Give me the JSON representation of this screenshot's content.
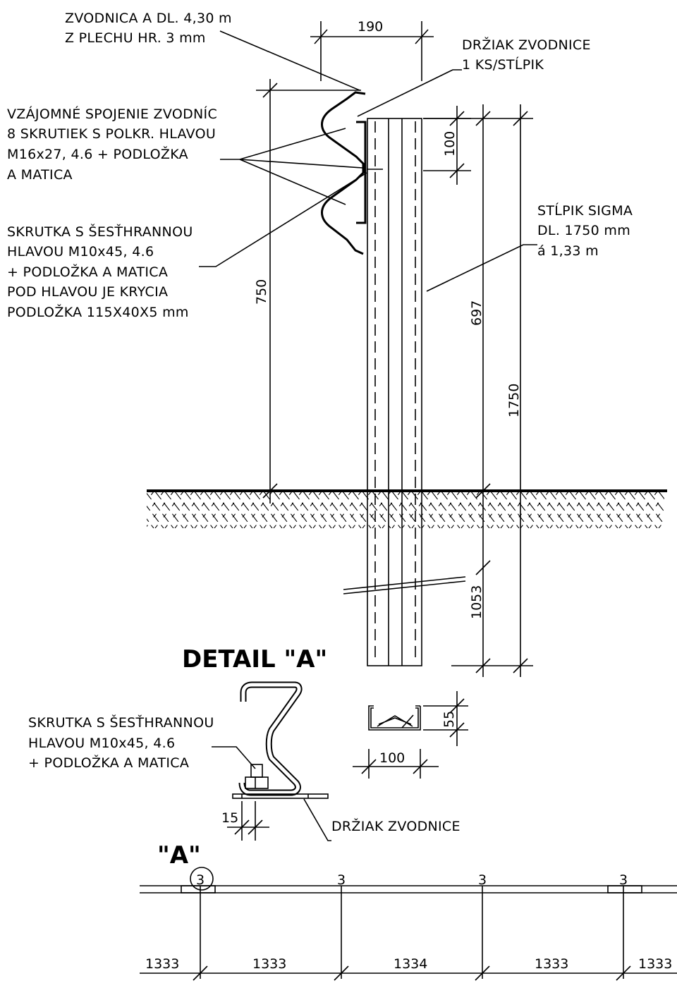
{
  "labels": {
    "zvodnica": [
      "ZVODNICA A DL. 4,30 m",
      "Z PLECHU HR. 3 mm"
    ],
    "drziak_top": [
      "DRŽIAK ZVODNICE",
      "1 KS/STĹPIK"
    ],
    "spojenie": [
      "VZÁJOMNÉ SPOJENIE ZVODNÍC",
      "8 SKRUTIEK S POLKR. HLAVOU",
      "M16x27, 4.6 + PODLOŽKA",
      "A MATICA"
    ],
    "skrutka_top": [
      "SKRUTKA S ŠESŤHRANNOU",
      "HLAVOU M10x45, 4.6",
      "+ PODLOŽKA A MATICA",
      "POD HLAVOU JE KRYCIA",
      "PODLOŽKA 115X40X5 mm"
    ],
    "stlpik": [
      "STĹPIK SIGMA",
      "DL. 1750 mm",
      "á 1,33 m"
    ],
    "detail_title": "DETAIL \"A\"",
    "skrutka_detail": [
      "SKRUTKA S ŠESŤHRANNOU",
      "HLAVOU M10x45, 4.6",
      "+ PODLOŽKA A MATICA"
    ],
    "drziak_detail": "DRŽIAK ZVODNICE",
    "plan_marker": "\"A\"",
    "post_mark": "3"
  },
  "dimensions": {
    "d190": "190",
    "d100_top": "100",
    "d750": "750",
    "d697": "697",
    "d1750": "1750",
    "d1053": "1053",
    "d55": "55",
    "d100_section": "100",
    "d15": "15",
    "spacing": [
      "1333",
      "1333",
      "1334",
      "1333",
      "1333"
    ]
  }
}
